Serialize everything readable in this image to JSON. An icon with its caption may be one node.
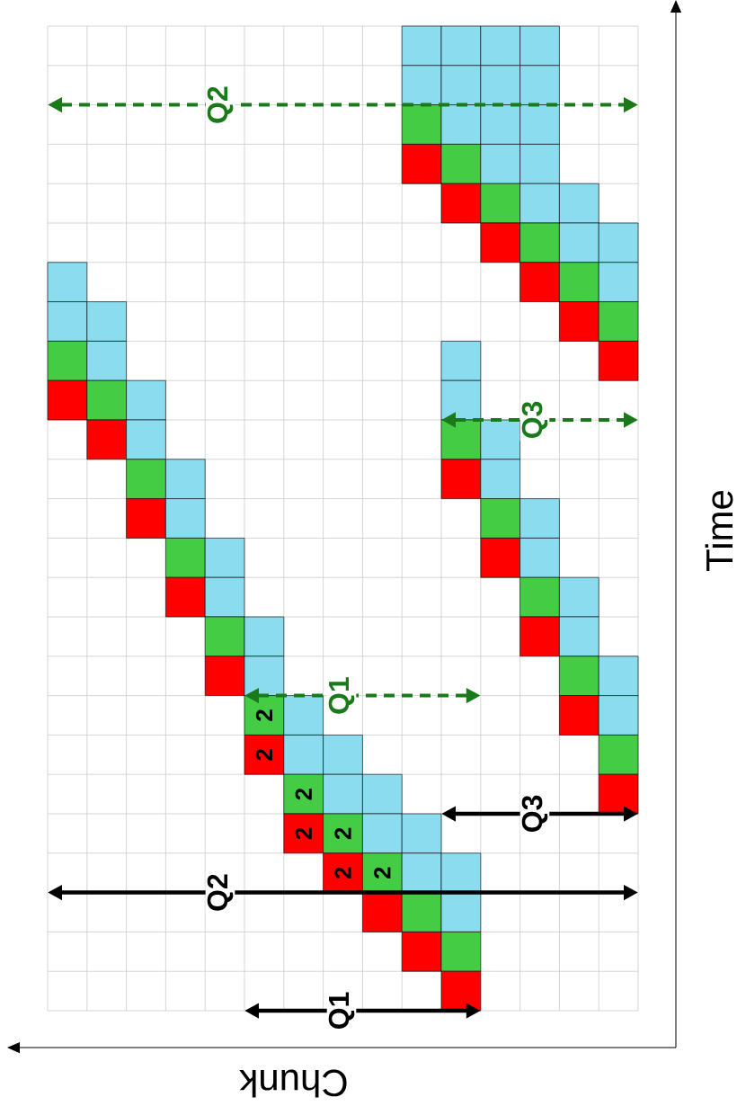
{
  "diagram": {
    "labels": [
      "Q2",
      "Q3",
      "Time",
      "Q1",
      "2",
      "2",
      "2",
      "2",
      "2",
      "Q3",
      "2",
      "2",
      "Q2",
      "Q1",
      "Chunk"
    ]
  }
}
